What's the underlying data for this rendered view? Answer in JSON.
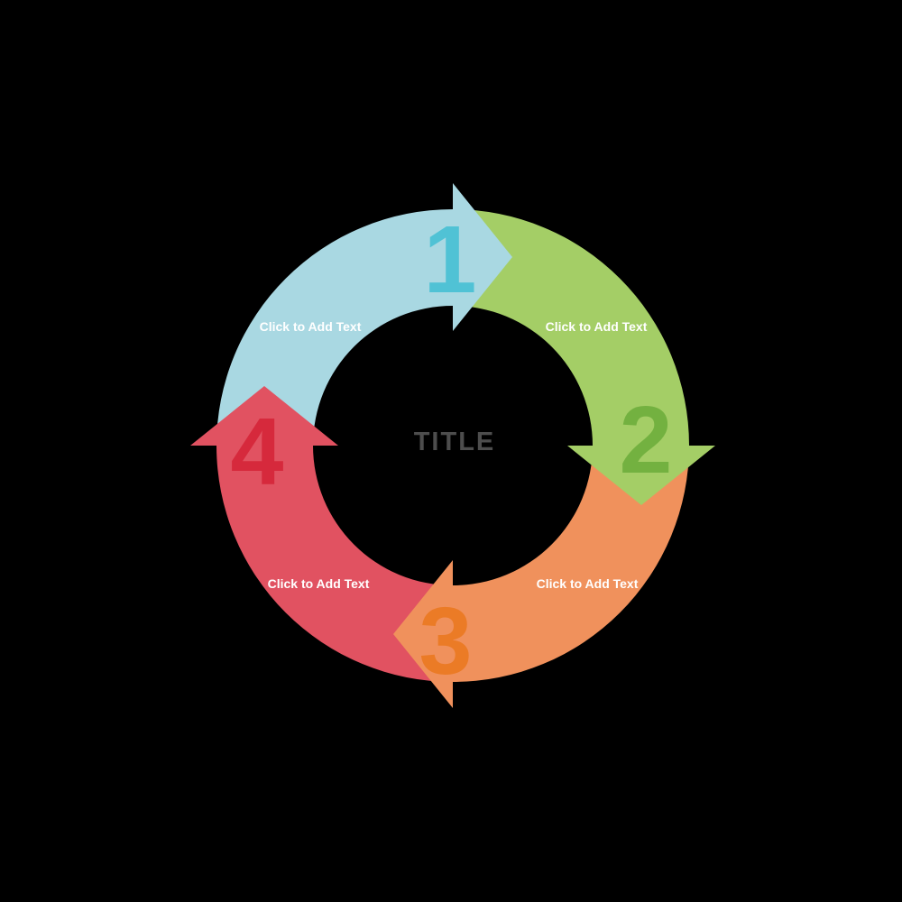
{
  "diagram": {
    "background_color": "#000000",
    "title": {
      "text": "TITLE",
      "color": "#4d4d4d"
    },
    "label_color": "#ffffff",
    "segments": [
      {
        "step": "1",
        "label": "Click to Add Text",
        "color": "#a9d8e2",
        "number_color": "#50c2d5",
        "position": "top-left"
      },
      {
        "step": "2",
        "label": "Click to Add Text",
        "color": "#a4ce66",
        "number_color": "#73b140",
        "position": "top-right"
      },
      {
        "step": "3",
        "label": "Click to Add Text",
        "color": "#f0915c",
        "number_color": "#eb7b26",
        "position": "bottom-right"
      },
      {
        "step": "4",
        "label": "Click to Add Text",
        "color": "#e15261",
        "number_color": "#d6293c",
        "position": "bottom-left"
      }
    ]
  }
}
